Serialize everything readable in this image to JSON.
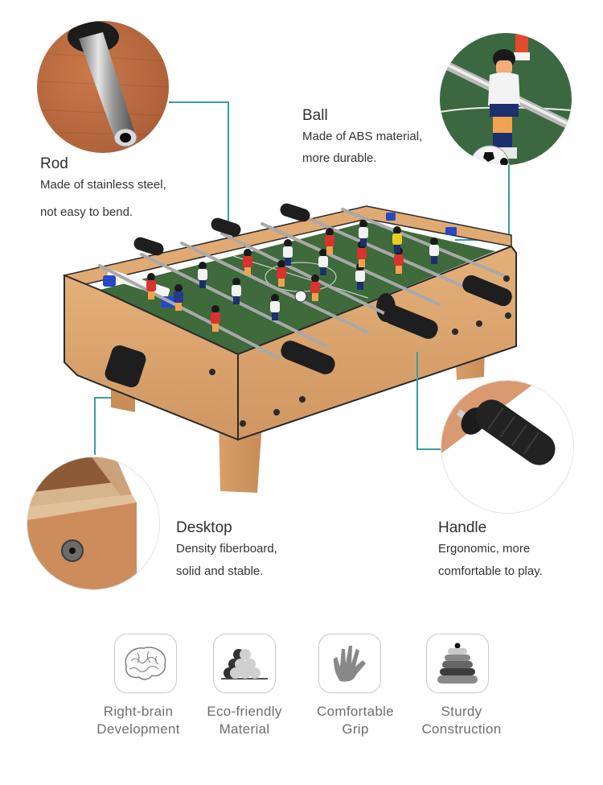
{
  "features": {
    "rod": {
      "title": "Rod",
      "desc_line1": "Made of stainless steel,",
      "desc_line2": "not easy to bend.",
      "photo_icon": "steel-rod-closeup"
    },
    "ball": {
      "title": "Ball",
      "desc_line1": "Made of ABS material,",
      "desc_line2": " more durable.",
      "photo_icon": "player-figure-and-ball-closeup"
    },
    "desktop": {
      "title": "Desktop",
      "desc_line1": "Density fiberboard,",
      "desc_line2": "solid and stable.",
      "photo_icon": "fiberboard-corner-closeup"
    },
    "handle": {
      "title": "Handle",
      "desc_line1": "Ergonomic, more",
      "desc_line2": "comfortable to play.",
      "photo_icon": "rubber-handle-closeup"
    }
  },
  "product": {
    "name_icon": "foosball-table",
    "colors": {
      "wood": "#d9a46f",
      "field": "#3f6a3c",
      "leader_line": "#3b9aa6",
      "handle": "#1e1e1e",
      "team_red": "#d8332c",
      "team_white": "#f2f2f2",
      "score_blue": "#2748c4"
    }
  },
  "benefits": [
    {
      "icon": "brain-icon",
      "line1": "Right-brain",
      "line2": "Development"
    },
    {
      "icon": "log-pile-icon",
      "line1": "Eco-friendly",
      "line2": "Material"
    },
    {
      "icon": "hand-icon",
      "line1": "Comfortable",
      "line2": "Grip"
    },
    {
      "icon": "stacking-rings-icon",
      "line1": "Sturdy",
      "line2": "Construction"
    }
  ]
}
